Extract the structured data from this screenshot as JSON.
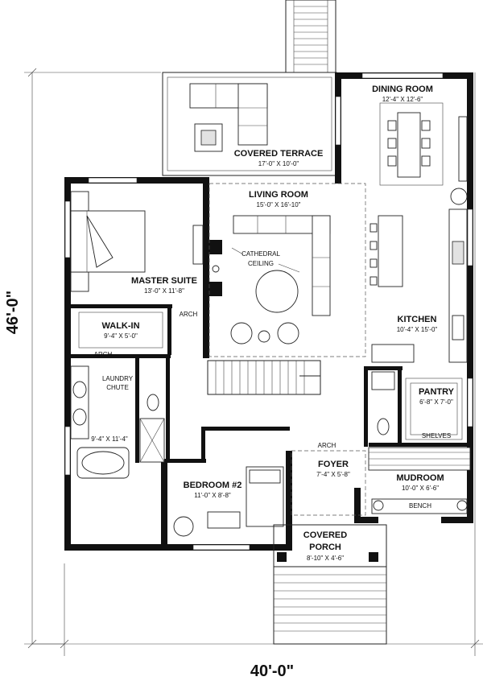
{
  "plan": {
    "overall_depth": "46'-0\"",
    "overall_width": "40'-0\"",
    "rooms": [
      {
        "id": "covered-terrace",
        "name": "COVERED TERRACE",
        "dims": "17'-0\" X 10'-0\""
      },
      {
        "id": "dining-room",
        "name": "DINING ROOM",
        "dims": "12'-4\" X 12'-6\""
      },
      {
        "id": "living-room",
        "name": "LIVING ROOM",
        "dims": "15'-0\" X 16'-10\""
      },
      {
        "id": "master-suite",
        "name": "MASTER SUITE",
        "dims": "13'-0\" X 11'-8\""
      },
      {
        "id": "kitchen",
        "name": "KITCHEN",
        "dims": "10'-4\" X 15'-0\""
      },
      {
        "id": "walk-in",
        "name": "WALK-IN",
        "dims": "9'-4\" X 5'-0\""
      },
      {
        "id": "pantry",
        "name": "PANTRY",
        "dims": "6'-8\" X 7'-0\""
      },
      {
        "id": "bath",
        "name": "",
        "dims": "9'-4\" X 11'-4\""
      },
      {
        "id": "bedroom-2",
        "name": "BEDROOM #2",
        "dims": "11'-0\" X 8'-8\""
      },
      {
        "id": "foyer",
        "name": "FOYER",
        "dims": "7'-4\" X 5'-8\""
      },
      {
        "id": "mudroom",
        "name": "MUDROOM",
        "dims": "10'-0\" X 6'-6\""
      },
      {
        "id": "covered-porch",
        "name": "COVERED PORCH",
        "dims": "8'-10\" X 4'-6\""
      }
    ],
    "notes": {
      "cathedral_1": "CATHEDRAL",
      "cathedral_2": "CEILING",
      "laundry_1": "LAUNDRY",
      "laundry_2": "CHUTE",
      "arch": "ARCH",
      "shelves": "SHELVES",
      "bench": "BENCH"
    }
  }
}
